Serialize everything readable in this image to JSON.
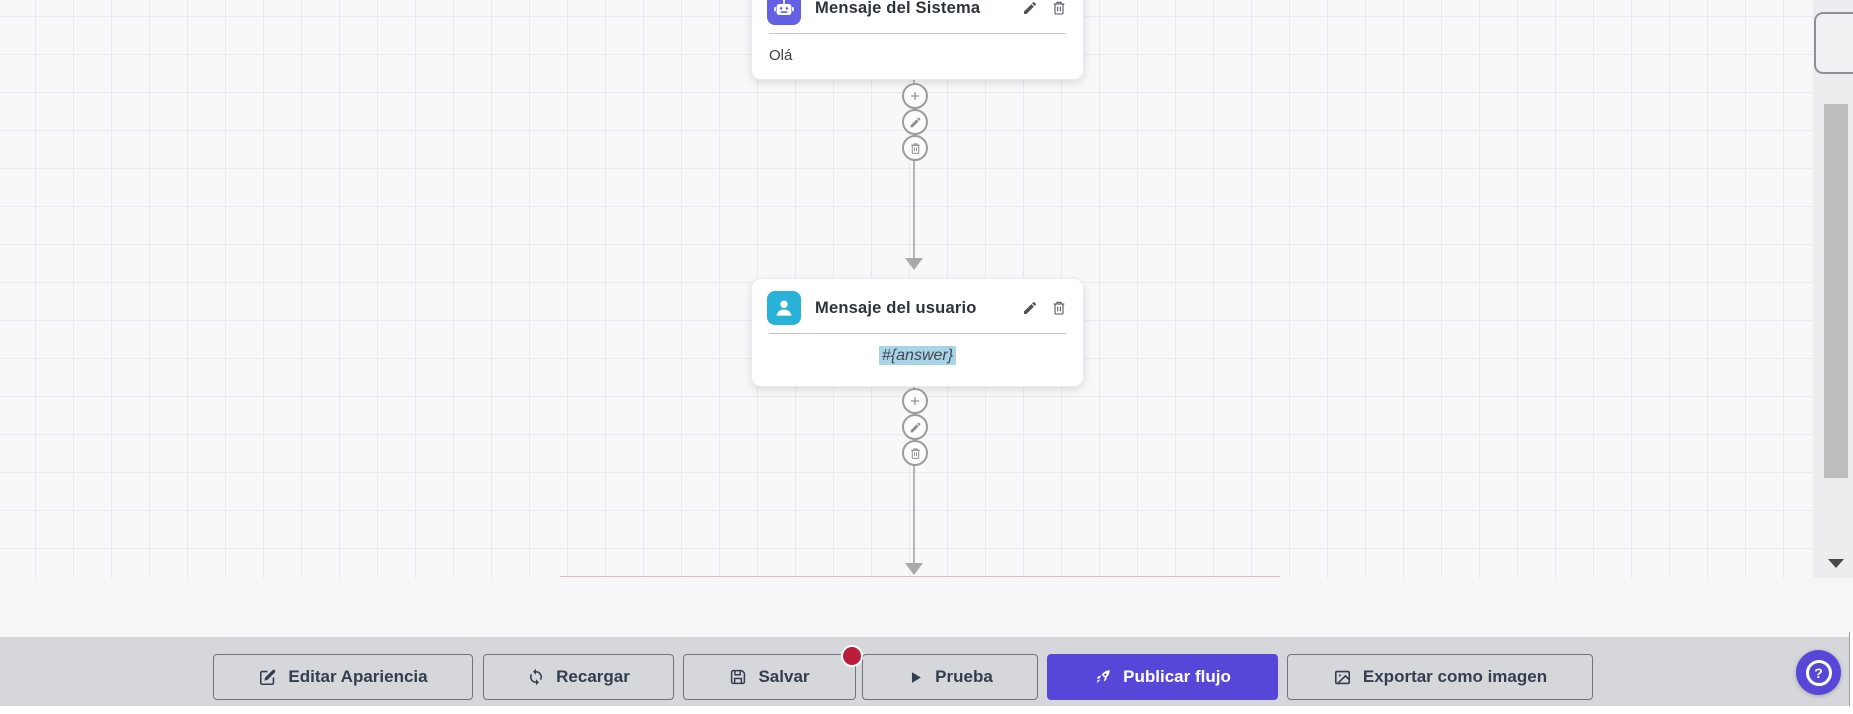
{
  "flow": {
    "nodes": [
      {
        "title": "Mensaje del Sistema",
        "content": "Olá",
        "icon": "bot-icon"
      },
      {
        "title": "Mensaje del usuario",
        "content": "#{answer}",
        "icon": "user-icon",
        "content_highlighted": true
      }
    ],
    "node_actions": [
      "edit",
      "delete"
    ],
    "connector_actions": [
      "add",
      "edit",
      "delete"
    ]
  },
  "toolbar": {
    "buttons": [
      {
        "label": "Editar Apariencia",
        "icon": "edit-square-icon"
      },
      {
        "label": "Recargar",
        "icon": "refresh-icon"
      },
      {
        "label": "Salvar",
        "icon": "save-icon",
        "badge": true
      },
      {
        "label": "Prueba",
        "icon": "play-icon"
      },
      {
        "label": "Publicar flujo",
        "icon": "rocket-icon",
        "primary": true
      },
      {
        "label": "Exportar como imagen",
        "icon": "image-icon"
      }
    ]
  },
  "help_button": {
    "glyph": "?"
  },
  "colors": {
    "accent_purple": "#5747d8",
    "bot_icon_bg": "#6360e4",
    "user_icon_bg": "#28b2d8",
    "selection_highlight": "#a9d3e6",
    "badge_red": "#bb1e3a",
    "toolbar_bg": "#d6d7db",
    "canvas_bg": "#f8f8f9"
  }
}
